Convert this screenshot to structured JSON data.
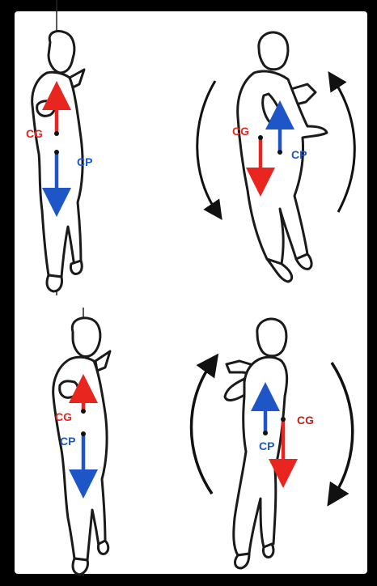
{
  "colors": {
    "background": "#000000",
    "canvas": "#ffffff",
    "outline": "#1a1a1a",
    "cg": "#e8261f",
    "cp": "#1f56c7",
    "rotation_arrow": "#111111"
  },
  "panels": [
    {
      "cg_label": "CG",
      "cp_label": "CP"
    },
    {
      "cg_label": "CG",
      "cp_label": "CP"
    },
    {
      "cg_label": "CG",
      "cp_label": "CP"
    },
    {
      "cg_label": "CG",
      "cp_label": "CP"
    }
  ]
}
